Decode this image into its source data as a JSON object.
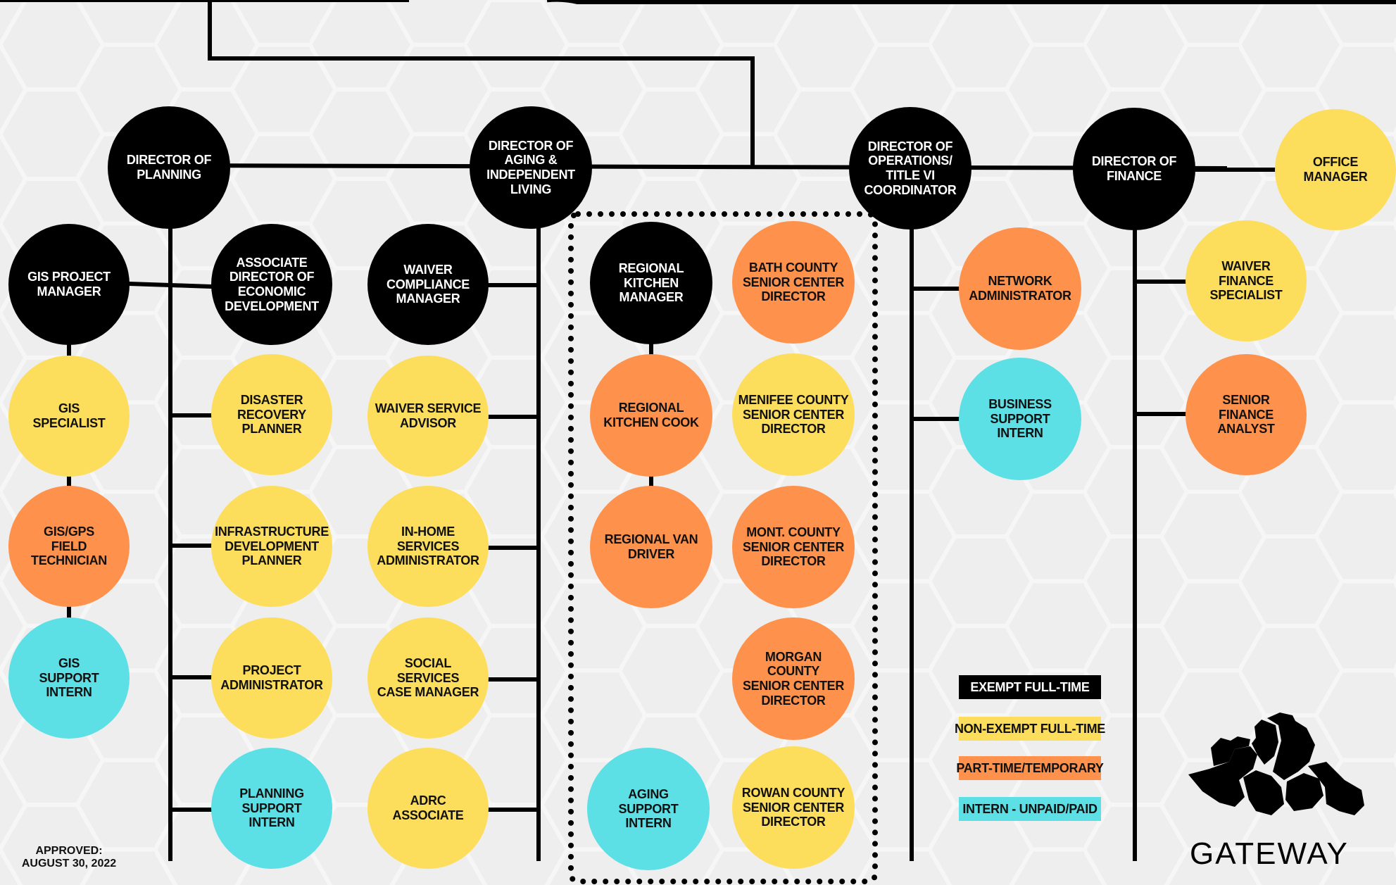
{
  "colors": {
    "exempt_full_time": "#000000",
    "non_exempt_full_time": "#fddd5c",
    "part_time_temporary": "#fe914b",
    "intern": "#5ce0e5",
    "background": "#eeeeef"
  },
  "nodes": {
    "director_planning": "DIRECTOR OF\nPLANNING",
    "director_aging": "DIRECTOR OF\nAGING &\nINDEPENDENT\nLIVING",
    "director_operations": "DIRECTOR OF\nOPERATIONS/\nTITLE VI\nCOORDINATOR",
    "director_finance": "DIRECTOR OF\nFINANCE",
    "office_manager": "OFFICE\nMANAGER",
    "gis_project_manager": "GIS PROJECT\nMANAGER",
    "assoc_director_econ": "ASSOCIATE\nDIRECTOR OF\nECONOMIC\nDEVELOPMENT",
    "waiver_compliance_manager": "WAIVER\nCOMPLIANCE\nMANAGER",
    "regional_kitchen_manager": "REGIONAL\nKITCHEN\nMANAGER",
    "bath_county_director": "BATH COUNTY\nSENIOR CENTER\nDIRECTOR",
    "network_administrator": "NETWORK\nADMINISTRATOR",
    "waiver_finance_specialist": "WAIVER\nFINANCE\nSPECIALIST",
    "gis_specialist": "GIS\nSPECIALIST",
    "disaster_recovery_planner": "DISASTER\nRECOVERY\nPLANNER",
    "waiver_service_advisor": "WAIVER SERVICE\nADVISOR",
    "regional_kitchen_cook": "REGIONAL\nKITCHEN COOK",
    "menifee_county_director": "MENIFEE COUNTY\nSENIOR CENTER\nDIRECTOR",
    "business_support_intern": "BUSINESS\nSUPPORT\nINTERN",
    "senior_finance_analyst": "SENIOR\nFINANCE\nANALYST",
    "gis_gps_field_technician": "GIS/GPS\nFIELD TECHNICIAN",
    "infrastructure_dev_planner": "INFRASTRUCTURE\nDEVELOPMENT\nPLANNER",
    "in_home_services_admin": "IN-HOME\nSERVICES\nADMINISTRATOR",
    "regional_van_driver": "REGIONAL VAN\nDRIVER",
    "mont_county_director": "MONT. COUNTY\nSENIOR CENTER\nDIRECTOR",
    "gis_support_intern": "GIS\nSUPPORT\nINTERN",
    "project_administrator": "PROJECT\nADMINISTRATOR",
    "social_services_case_manager": "SOCIAL SERVICES\nCASE MANAGER",
    "morgan_county_director": "MORGAN COUNTY\nSENIOR CENTER\nDIRECTOR",
    "planning_support_intern": "PLANNING\nSUPPORT\nINTERN",
    "adrc_associate": "ADRC\nASSOCIATE",
    "aging_support_intern": "AGING\nSUPPORT\nINTERN",
    "rowan_county_director": "ROWAN COUNTY\nSENIOR CENTER\nDIRECTOR"
  },
  "legend": {
    "exempt": "EXEMPT FULL-TIME",
    "non_exempt": "NON-EXEMPT FULL-TIME",
    "part_time": "PART-TIME/TEMPORARY",
    "intern": "INTERN - UNPAID/PAID"
  },
  "approved": {
    "line1": "APPROVED:",
    "line2": "AUGUST 30, 2022"
  },
  "logo": {
    "text": "GATEWAY",
    "icon": "kentucky-counties-map-icon"
  }
}
